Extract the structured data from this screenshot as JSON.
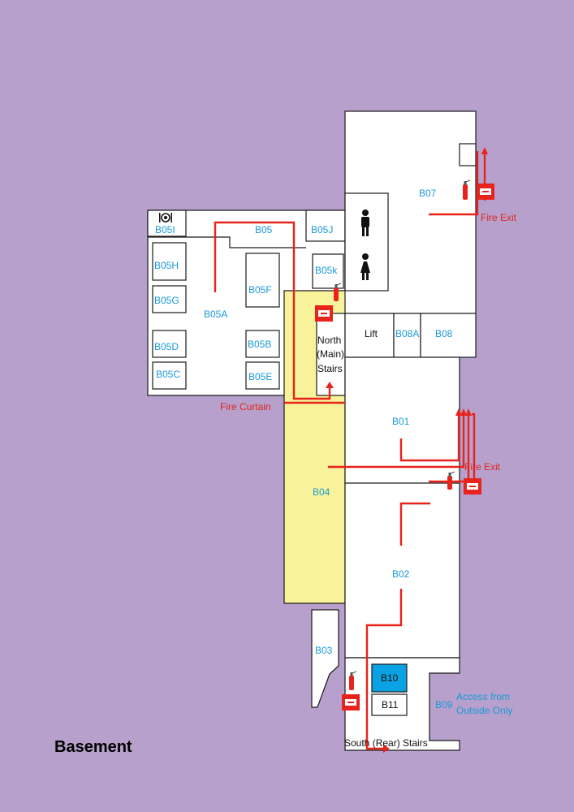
{
  "map": {
    "title": "Basement",
    "colors": {
      "background": "#b7a0cc",
      "room": "#ffffff",
      "corridor": "#f8f39a",
      "highlight_room": "#0aa2e3",
      "escape_route": "#e8231b",
      "room_label": "#1a9ad6"
    },
    "rooms": {
      "b05i": "B05I",
      "b05": "B05",
      "b05j": "B05J",
      "b05h": "B05H",
      "b05g": "B05G",
      "b05f": "B05F",
      "b05a": "B05A",
      "b05k": "B05k",
      "b05d": "B05D",
      "b05b": "B05B",
      "b05c": "B05C",
      "b05e": "B05E",
      "b07": "B07",
      "lift": "Lift",
      "b08a": "B08A",
      "b08": "B08",
      "b01": "B01",
      "b04": "B04",
      "b02": "B02",
      "b03": "B03",
      "b10": "B10",
      "b11": "B11",
      "b09": "B09"
    },
    "stairs": {
      "north_line1": "North",
      "north_line2": "(Main)",
      "north_line3": "Stairs",
      "south": "South (Rear) Stairs"
    },
    "notes": {
      "fire_curtain": "Fire Curtain",
      "fire_exit_top": "Fire Exit",
      "fire_exit_mid": "Fire Exit",
      "access_line1": "Access from",
      "access_line2": "Outside Only"
    },
    "icons": [
      "fire-extinguisher-icon",
      "fire-alarm-call-point-icon",
      "male-toilet-icon",
      "female-toilet-icon",
      "kitchen-icon"
    ]
  }
}
